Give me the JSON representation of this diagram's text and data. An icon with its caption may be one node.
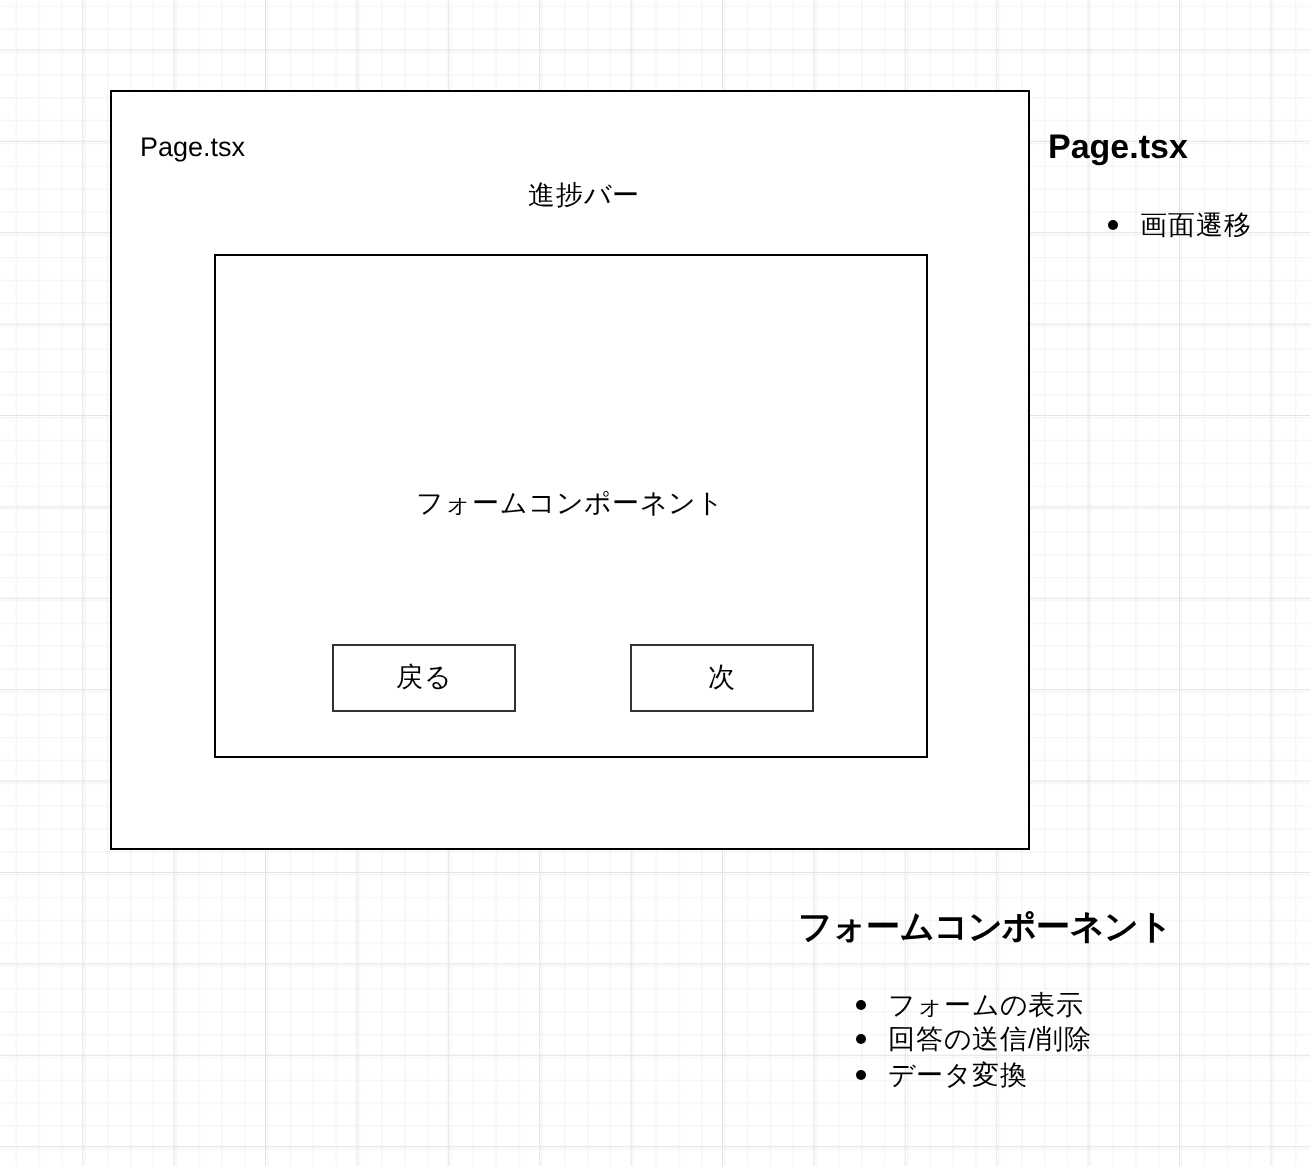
{
  "diagram": {
    "nodes": [
      {
        "text": [
          "Page.tsx",
          "進捗バー"
        ]
      },
      {
        "text": [
          "フォームコンポーネント"
        ],
        "in": 0
      },
      {
        "text": [
          "戻る"
        ],
        "in": 1
      },
      {
        "text": [
          "次"
        ],
        "in": 1
      }
    ],
    "labels": [
      "Page.tsx",
      "画面遷移",
      "フォームコンポーネント",
      "フォームの表示",
      "回答の送信/削除",
      "データ変換"
    ]
  }
}
